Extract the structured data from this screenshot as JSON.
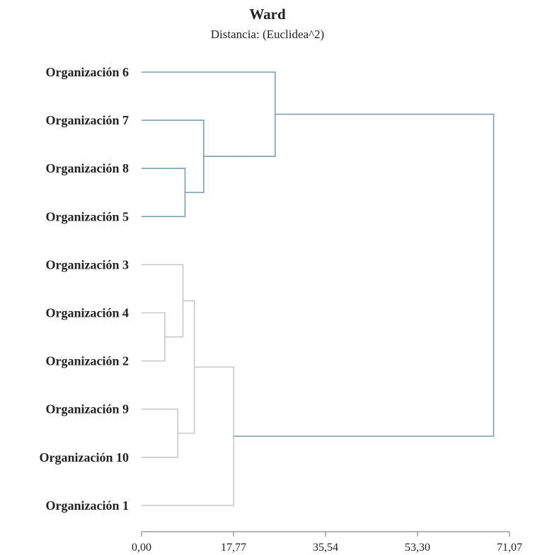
{
  "chart_data": {
    "type": "dendrogram",
    "title": "Ward",
    "subtitle": "Distancia: (Euclidea^2)",
    "axis": {
      "min": 0,
      "max": 71.07,
      "ticks": [
        0,
        17.77,
        35.54,
        53.3,
        71.07
      ],
      "tick_labels": [
        "0,00",
        "17,77",
        "35,54",
        "53,30",
        "71,07"
      ]
    },
    "leaves": [
      "Organización 6",
      "Organización 7",
      "Organización 8",
      "Organización 5",
      "Organización 3",
      "Organización 4",
      "Organización 2",
      "Organización 9",
      "Organización 10",
      "Organización 1"
    ],
    "merges": [
      {
        "id": "m1",
        "left": "Organización 4",
        "right": "Organización 2",
        "height": 4.5,
        "cluster": "B"
      },
      {
        "id": "m2",
        "left": "Organización 9",
        "right": "Organización 10",
        "height": 7.0,
        "cluster": "B"
      },
      {
        "id": "m3",
        "left": "Organización 8",
        "right": "Organización 5",
        "height": 8.4,
        "cluster": "A"
      },
      {
        "id": "m4",
        "left": "Organización 3",
        "right": "m1",
        "height": 8.0,
        "cluster": "B"
      },
      {
        "id": "m5",
        "left": "m4",
        "right": "m2",
        "height": 10.2,
        "cluster": "B"
      },
      {
        "id": "m6",
        "left": "Organización 7",
        "right": "m3",
        "height": 12.0,
        "cluster": "A"
      },
      {
        "id": "m7",
        "left": "m5",
        "right": "Organización 1",
        "height": 17.8,
        "cluster": "B"
      },
      {
        "id": "m8",
        "left": "Organización 6",
        "right": "m6",
        "height": 25.8,
        "cluster": "A"
      },
      {
        "id": "m9",
        "left": "m8",
        "right": "m7",
        "height": 68.0,
        "cluster": "root"
      }
    ],
    "colors": {
      "cluster_a": "#7a9fb2",
      "cluster_b": "#c8c8c8",
      "root": "#7a9fb2",
      "axis": "#8a8a8a"
    }
  }
}
